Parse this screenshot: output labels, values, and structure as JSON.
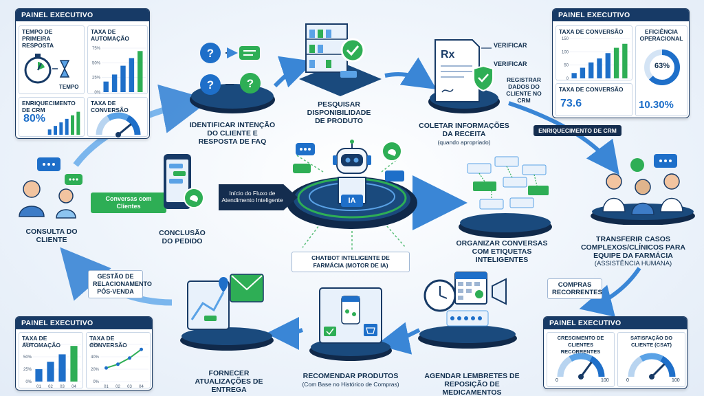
{
  "dashboards": {
    "top_left": {
      "header": "PAINEL EXECUTIVO",
      "tempo_title": "TEMPO DE PRIMEIRA RESPOSTA",
      "tempo_caption": "TEMPO",
      "automacao_title": "TAXA DE AUTOMAÇÃO",
      "automacao_ticks": [
        "75%",
        "50%",
        "25%",
        "0%"
      ],
      "automacao_values": [
        18,
        30,
        45,
        58,
        70
      ],
      "crm_title": "ENRIQUECIMENTO DE CRM",
      "crm_value": "80%",
      "crm_values": [
        15,
        25,
        35,
        45,
        55,
        65
      ],
      "conversao_title": "TAXA DE CONVERSÃO",
      "conversao_gauge": 0.78
    },
    "top_right": {
      "header": "PAINEL EXECUTIVO",
      "conversao_title": "TAXA DE CONVERSÃO",
      "conversao_ticks": [
        "150",
        "100",
        "50",
        "0"
      ],
      "conversao_values": [
        20,
        40,
        60,
        75,
        95,
        115,
        130
      ],
      "conversao_value_title": "TAXA DE CONVERSÃO",
      "conversao_value": "73.6",
      "eficiencia_title": "EFICIÊNCIA OPERACIONAL",
      "eficiencia_value": "63%",
      "eficiencia_fraction": 0.63,
      "eficiencia_big": "10.30%"
    },
    "bottom_left": {
      "header": "PAINEL EXECUTIVO",
      "automacao_title": "TAXA DE AUTOMAÇÃO",
      "automacao_ticks": [
        "75%",
        "50%",
        "25%",
        "0%"
      ],
      "automacao_x": [
        "01",
        "02",
        "03",
        "04"
      ],
      "automacao_values": [
        25,
        40,
        55,
        72
      ],
      "conversao_title": "TAXA DE CONVERSÃO",
      "conversao_ticks": [
        "60%",
        "40%",
        "20%",
        "0%"
      ],
      "conversao_x": [
        "01",
        "02",
        "03",
        "04"
      ],
      "conversao_values": [
        22,
        28,
        38,
        52
      ]
    },
    "bottom_right": {
      "header": "PAINEL EXECUTIVO",
      "recorrentes_title": "CRESCIMENTO DE CLIENTES RECORRENTES",
      "recorrentes_min": "0",
      "recorrentes_max": "100",
      "recorrentes_value": 70,
      "csat_title": "SATISFAÇÃO DO CLIENTE (CSAT)",
      "csat_min": "0",
      "csat_max": "100",
      "csat_value": 75
    }
  },
  "flow": {
    "consulta": "CONSULTA DO CLIENTE",
    "conversas_pill": "Conversas com Clientes",
    "inicio_pill": "Início do Fluxo de Atendimento Inteligente",
    "conclusao": "CONCLUSÃO DO PEDIDO",
    "identificar": "IDENTIFICAR INTENÇÃO DO CLIENTE E RESPOSTA DE FAQ",
    "pesquisar": "PESQUISAR DISPONIBILIDADE DE PRODUTO",
    "coletar": "COLETAR INFORMAÇÕES DA RECEITA",
    "coletar_sub": "(quando apropriado)",
    "verificar_1": "VERIFICAR",
    "verificar_2": "VERIFICAR",
    "registrar": "REGISTRAR DADOS DO CLIENTE NO CRM",
    "rx": "Rx",
    "enriquecimento_pill": "ENRIQUECIMENTO DE CRM",
    "ia_badge": "IA",
    "chatbot_pill": "CHATBOT INTELIGENTE DE FARMÁCIA (MOTOR DE IA)",
    "organizar": "ORGANIZAR CONVERSAS COM ETIQUETAS INTELIGENTES",
    "transferir": "TRANSFERIR CASOS COMPLEXOS/CLÍNICOS PARA EQUIPE DA FARMÁCIA",
    "transferir_sub": "(ASSISTÊNCIA HUMANA)",
    "compras_pill": "COMPRAS RECORRENTES",
    "agendar": "AGENDAR LEMBRETES DE REPOSIÇÃO DE MEDICAMENTOS",
    "recomendar": "RECOMENDAR PRODUTOS",
    "recomendar_sub": "(Com Base no Histórico de Compras)",
    "fornecer": "FORNECER ATUALIZAÇÕES DE ENTREGA",
    "gestao_pill": "GESTÃO DE RELACIONAMENTO PÓS-VENDA"
  },
  "colors": {
    "navy": "#173a66",
    "blue": "#1e6fc9",
    "green": "#2eae55",
    "light_blue": "#5aa2e6"
  }
}
